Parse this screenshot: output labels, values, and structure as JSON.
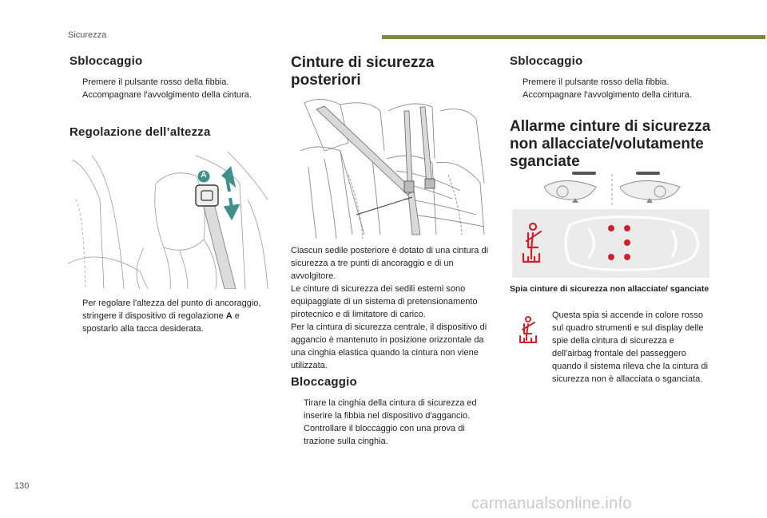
{
  "header": {
    "section_label": "Sicurezza"
  },
  "page_number": "130",
  "watermark": "carmanualsonline.info",
  "col1": {
    "unlock_title": "Sbloccaggio",
    "unlock_items": [
      "Premere il pulsante rosso della fibbia.",
      "Accompagnare l'avvolgimento della cintura."
    ],
    "height_title": "Regolazione dell’altezza",
    "figure_label": "A",
    "height_item_text": "Per regolare l'altezza del punto di ancoraggio, stringere il dispositivo di regolazione ",
    "height_item_bold": "A",
    "height_item_end": " e spostarlo alla tacca desiderata."
  },
  "col2": {
    "title": "Cinture di sicurezza posteriori",
    "paragraphs": [
      "Ciascun sedile posteriore è dotato di una cintura di sicurezza a tre punti di ancoraggio e di un avvolgitore.",
      "Le cinture di sicurezza dei sedili esterni sono equipaggiate di un sistema di pretensionamento pirotecnico e di limitatore di carico.",
      "Per la cintura di sicurezza centrale, il dispositivo di aggancio è mantenuto in posizione orizzontale da una cinghia elastica quando la cintura non viene utilizzata."
    ],
    "lock_title": "Bloccaggio",
    "lock_items": [
      "Tirare la cinghia della cintura di sicurezza ed inserire la fibbia nel dispositivo d'aggancio.",
      "Controllare il bloccaggio con una prova di trazione sulla cinghia."
    ]
  },
  "col3": {
    "unlock_title": "Sbloccaggio",
    "unlock_items": [
      "Premere il pulsante rosso della fibbia.",
      "Accompagnare l'avvolgimento della cintura."
    ],
    "alarm_title": "Allarme cinture di sicurezza non allacciate/volutamente sganciate",
    "caption": "Spia cinture di sicurezza non allacciate/ sganciate",
    "desc": "Questa spia si accende in colore rosso sul quadro strumenti e sul display delle spie della cintura di sicurezza e dell'airbag frontale del passeggero quando il sistema rileva che la cintura di sicurezza non è allacciata o sganciata."
  },
  "bullet_marker": "",
  "colors": {
    "accent_green": "#7a8c3c",
    "warning_red": "#d0202a",
    "figure_teal": "#3f8f8a"
  }
}
